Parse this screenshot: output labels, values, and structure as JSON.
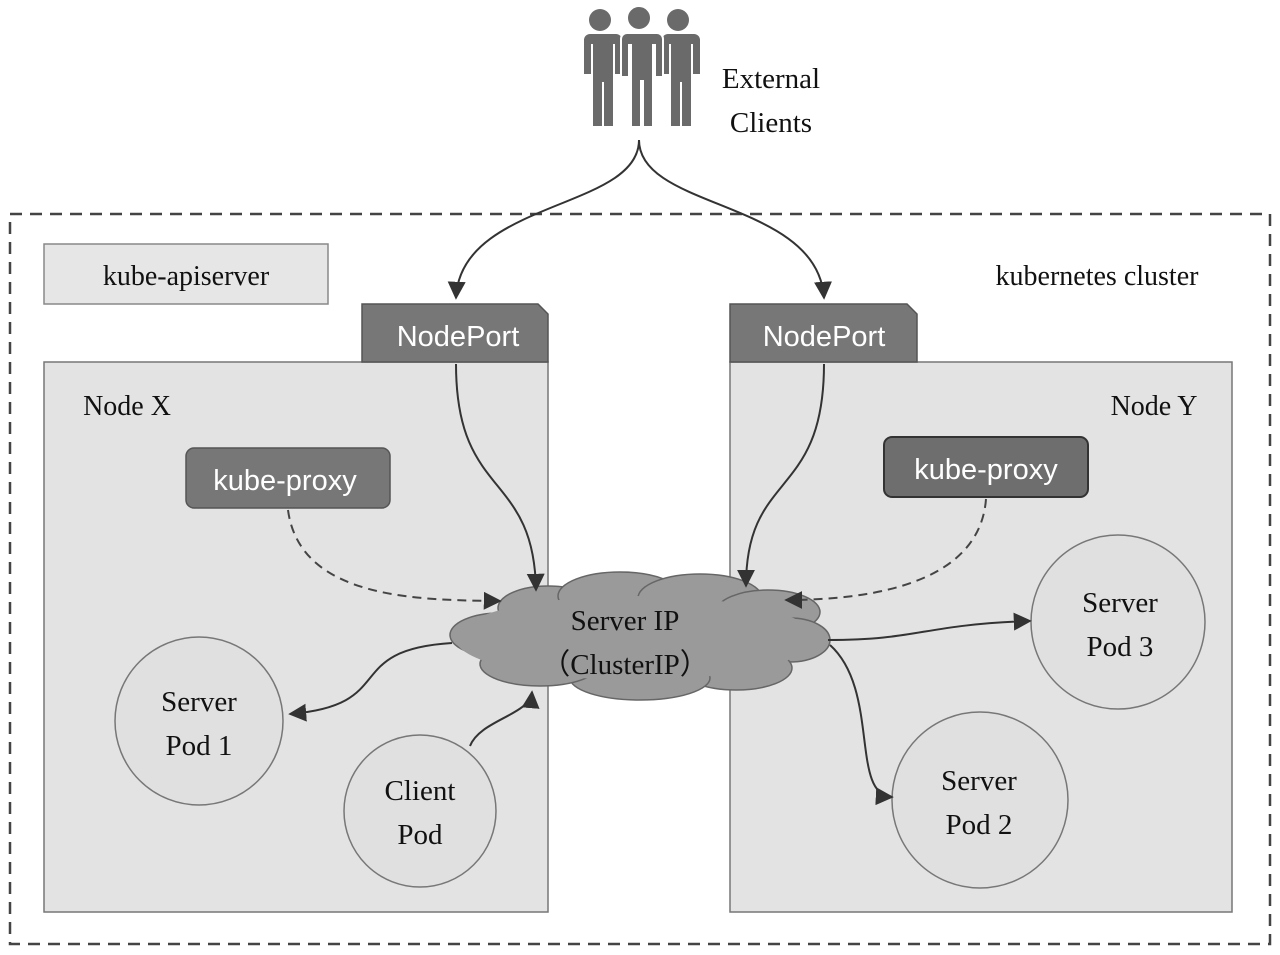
{
  "external_clients": {
    "line1": "External",
    "line2": "Clients",
    "icon": "people-group-icon"
  },
  "cluster": {
    "label": "kubernetes cluster"
  },
  "apiserver": {
    "label": "kube-apiserver"
  },
  "node_x": {
    "label": "Node X",
    "nodeport": "NodePort",
    "kube_proxy": "kube-proxy",
    "server_pod_1": {
      "line1": "Server",
      "line2": "Pod 1"
    },
    "client_pod": {
      "line1": "Client",
      "line2": "Pod"
    }
  },
  "node_y": {
    "label": "Node Y",
    "nodeport": "NodePort",
    "kube_proxy": "kube-proxy",
    "server_pod_2": {
      "line1": "Server",
      "line2": "Pod 2"
    },
    "server_pod_3": {
      "line1": "Server",
      "line2": "Pod 3"
    }
  },
  "service_ip": {
    "line1": "Server IP",
    "line2": "（ClusterIP）"
  },
  "colors": {
    "node_fill": "#e3e3e3",
    "box_fill": "#777777",
    "cloud_fill": "#9a9a9a",
    "pod_fill": "#e0e0e0",
    "stroke": "#555555"
  }
}
